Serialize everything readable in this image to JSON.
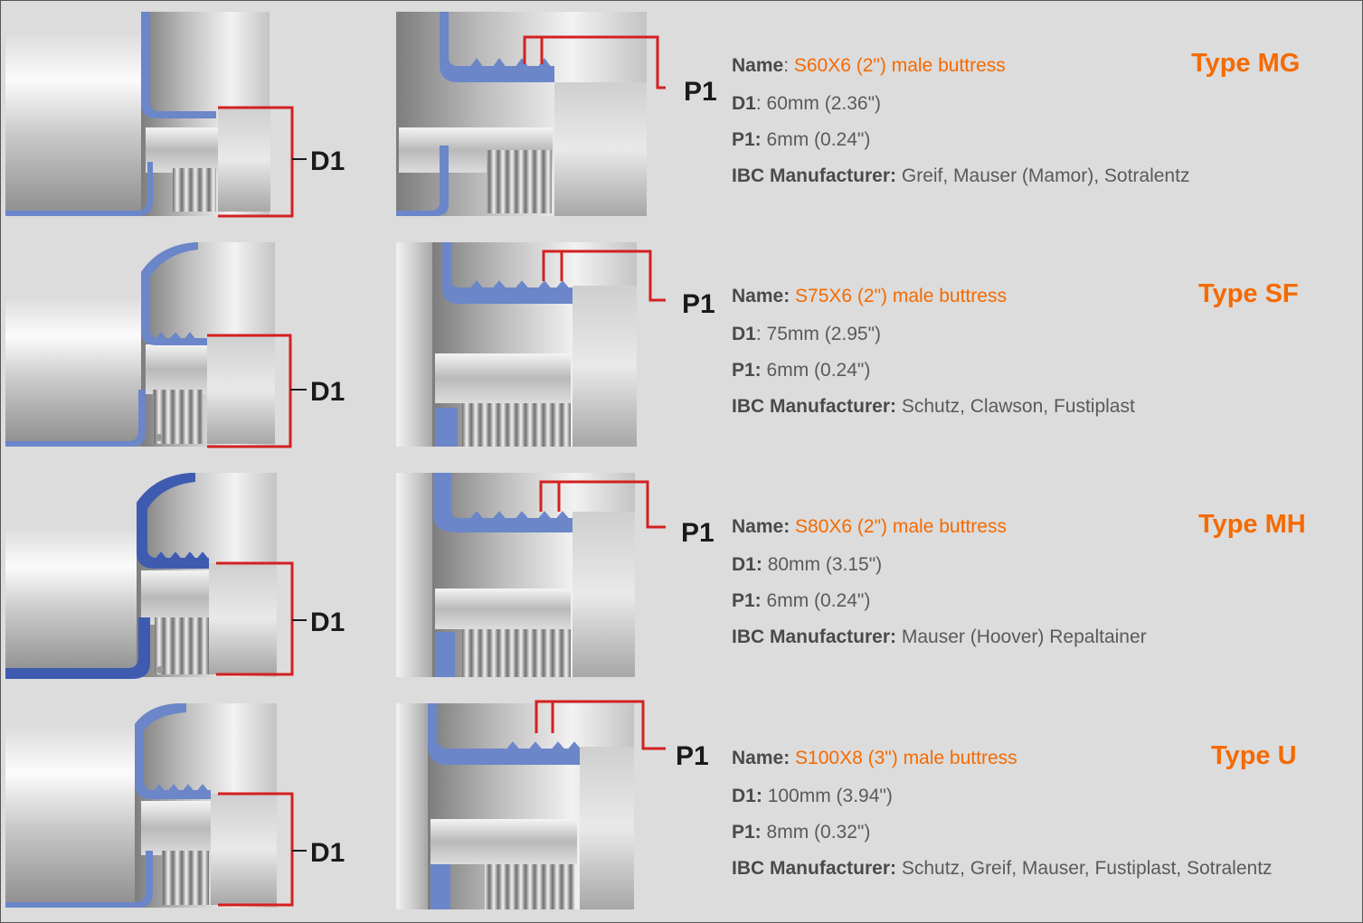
{
  "rows": [
    {
      "type": "Type MG",
      "name_label": "Name",
      "name_sep": ": ",
      "name_value": "S60X6 (2\") male buttress",
      "d1_label": "D1",
      "d1_sep": ": ",
      "d1_value": "60mm (2.36\")",
      "p1_label": "P1:",
      "p1_value": " 6mm (0.24\")",
      "ibc_label": "IBC Manufacturer:",
      "ibc_value": " Greif, Mauser (Mamor), Sotralentz",
      "dim_d1": "D1",
      "dim_p1": "P1"
    },
    {
      "type": "Type SF",
      "name_label": "Name:",
      "name_sep": " ",
      "name_value": "S75X6 (2\") male buttress",
      "d1_label": "D1",
      "d1_sep": ": ",
      "d1_value": "75mm (2.95\")",
      "p1_label": "P1:",
      "p1_value": " 6mm (0.24\")",
      "ibc_label": "IBC Manufacturer:",
      "ibc_value": " Schutz, Clawson, Fustiplast",
      "dim_d1": "D1",
      "dim_p1": "P1"
    },
    {
      "type": "Type MH",
      "name_label": "Name:",
      "name_sep": " ",
      "name_value": "S80X6 (2\") male buttress",
      "d1_label": "D1:",
      "d1_sep": " ",
      "d1_value": "80mm (3.15\")",
      "p1_label": "P1:",
      "p1_value": " 6mm (0.24\")",
      "ibc_label": "IBC Manufacturer:",
      "ibc_value": " Mauser (Hoover) Repaltainer",
      "dim_d1": "D1",
      "dim_p1": "P1"
    },
    {
      "type": "Type U",
      "name_label": "Name:",
      "name_sep": " ",
      "name_value": "S100X8 (3\") male buttress",
      "d1_label": "D1:",
      "d1_sep": " ",
      "d1_value": "100mm (3.94\")",
      "p1_label": "P1:",
      "p1_value": " 8mm (0.32\")",
      "ibc_label": "IBC Manufacturer:",
      "ibc_value": " Schutz, Greif, Mauser, Fustiplast, Sotralentz",
      "dim_d1": "D1",
      "dim_p1": "P1"
    }
  ],
  "colors": {
    "background": "#dcdcdc",
    "accent_orange": "#f56a00",
    "dimension_red": "#d42020",
    "profile_blue": "#6b86c9",
    "profile_blue_dark": "#3f5bb0",
    "text_gray": "#5a5a5a"
  }
}
